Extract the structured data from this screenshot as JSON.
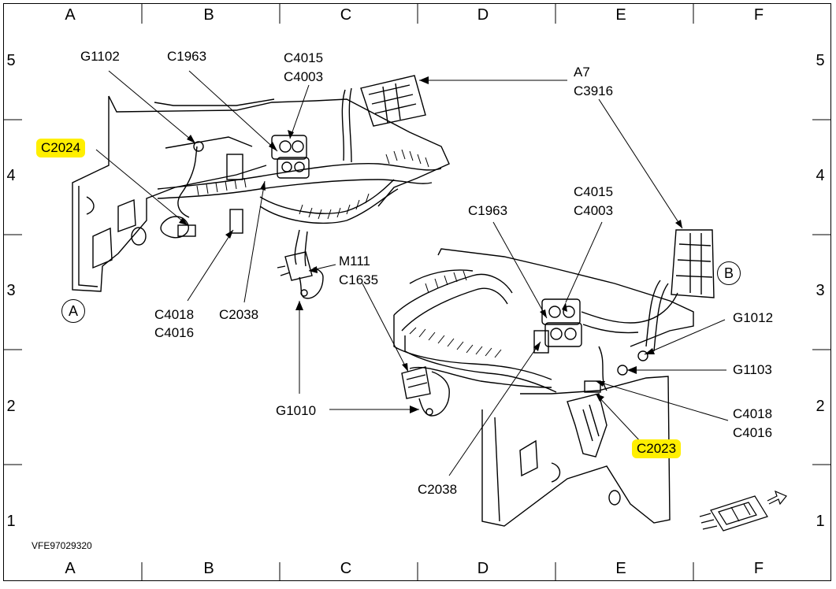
{
  "grid": {
    "columns": [
      "A",
      "B",
      "C",
      "D",
      "E",
      "F"
    ],
    "rows": [
      "5",
      "4",
      "3",
      "2",
      "1"
    ]
  },
  "callouts": {
    "g1102": "G1102",
    "c1963_top": "C1963",
    "c4015_top": "C4015",
    "c4003_top": "C4003",
    "a7": "A7",
    "c3916": "C3916",
    "c2024": "C2024",
    "c4018_left": "C4018",
    "c4016_left": "C4016",
    "c2038_left": "C2038",
    "m111": "M111",
    "c1635": "C1635",
    "g1010": "G1010",
    "c1963_right": "C1963",
    "c4015_right": "C4015",
    "c4003_right": "C4003",
    "g1012": "G1012",
    "g1103": "G1103",
    "c4018_right": "C4018",
    "c4016_right": "C4016",
    "c2023": "C2023",
    "c2038_bottom": "C2038"
  },
  "views": {
    "a": "A",
    "b": "B"
  },
  "reference": "VFE97029320",
  "highlight_color": "#ffef00"
}
